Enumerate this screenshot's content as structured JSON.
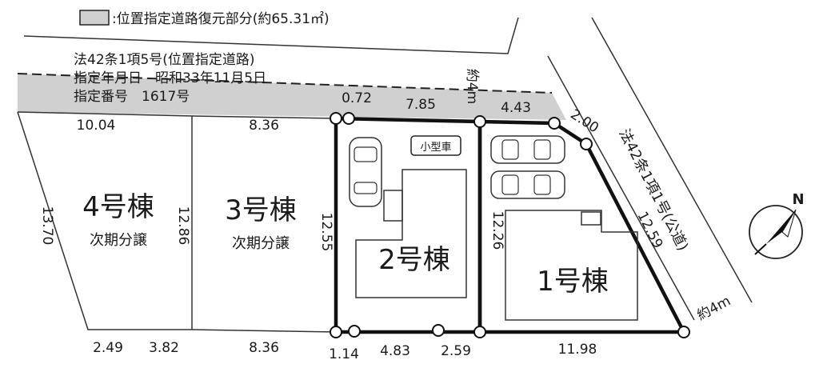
{
  "legend": {
    "text": ":位置指定道路復元部分(約65.31㎡)",
    "swatch_color": "#d0d0d0"
  },
  "road_notes": {
    "line1": "法42条1項5号(位置指定道路)",
    "line2": "指定年月日　昭和33年11月5日",
    "line3": "指定番号　1617号"
  },
  "public_road": {
    "label": "法42条1項1号(公道)",
    "width_top": "約4m",
    "width_bottom": "約4m"
  },
  "lots": [
    {
      "id": "4",
      "name": "4号棟",
      "status": "次期分譲"
    },
    {
      "id": "3",
      "name": "3号棟",
      "status": "次期分譲"
    },
    {
      "id": "2",
      "name": "2号棟",
      "status": ""
    },
    {
      "id": "1",
      "name": "1号棟",
      "status": ""
    }
  ],
  "parking_label": "小型車",
  "compass": {
    "label": "N"
  },
  "dimensions": {
    "top_lot4": "10.04",
    "top_lot3": "8.36",
    "top_072": "0.72",
    "top_785": "7.85",
    "top_443": "4.43",
    "corner_200": "2.00",
    "left_lot4": "13.70",
    "div_43": "12.86",
    "div_32": "12.55",
    "div_21": "12.26",
    "right_lot1": "12.59",
    "bottom_249": "2.49",
    "bottom_382": "3.82",
    "bottom_836": "8.36",
    "bottom_114": "1.14",
    "bottom_483": "4.83",
    "bottom_259": "2.59",
    "bottom_1198": "11.98"
  }
}
